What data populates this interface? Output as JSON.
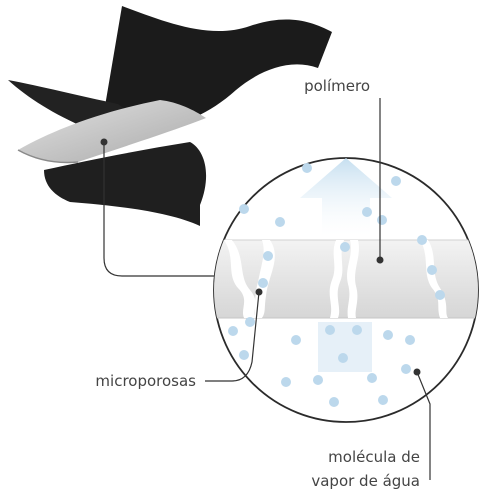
{
  "labels": {
    "polymer": "polímero",
    "micropores": "microporosas",
    "molecule_line1": "molécula de",
    "molecule_line2": "vapor de água"
  },
  "colors": {
    "fabric": "#1b1b1b",
    "membrane": "#cfcfcf",
    "circle_stroke": "#2b2b2b",
    "polymer_band": "#e8e8e8",
    "droplet": "#bcd8ec",
    "arrow": "#cfe3f1",
    "leader_line": "#333333"
  },
  "icons": {
    "water_droplet": "water-droplet-icon",
    "up_arrow": "vapor-direction-arrow-icon"
  }
}
